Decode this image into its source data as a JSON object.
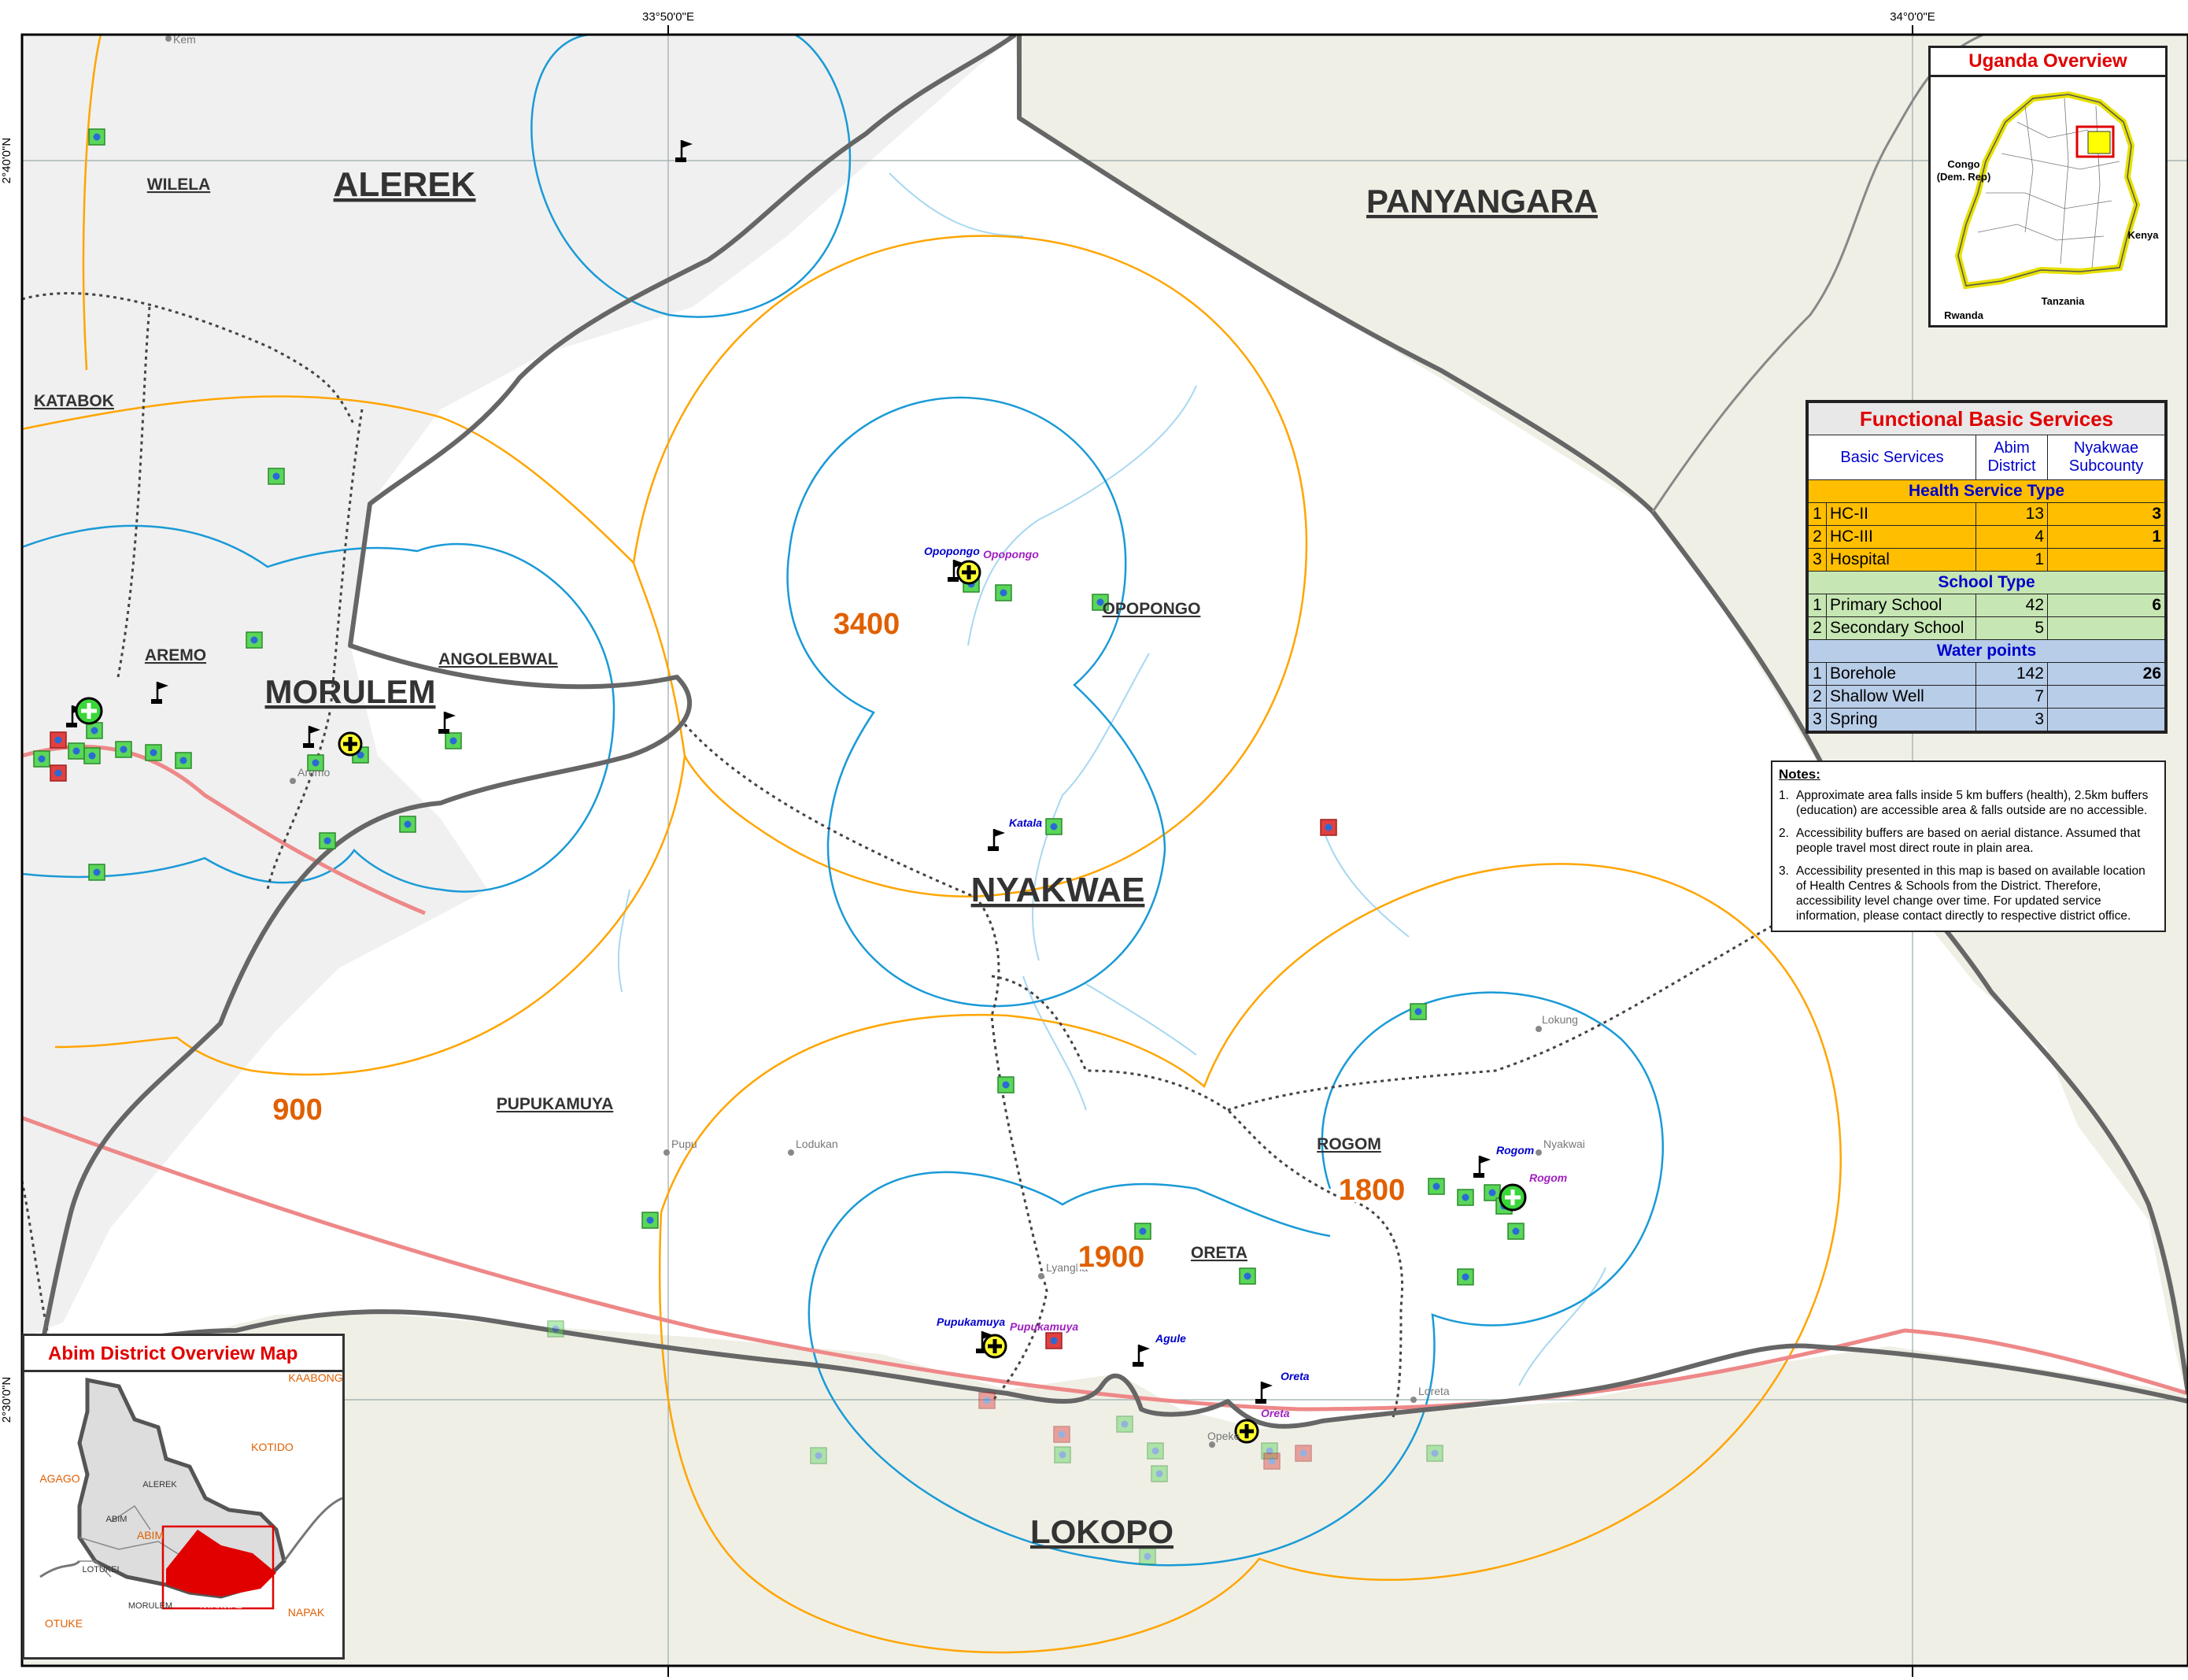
{
  "colors": {
    "accent_red": "#e00000",
    "label_orange": "#e06000",
    "blue_label": "#0000cc",
    "health_orange": "#ffbf00",
    "school_green": "#c6e6b3",
    "water_blue": "#b8cde8",
    "buffer_orange": "#ffa500",
    "buffer_blue": "#1a9ad6",
    "outside_grey": "#f0f0f0",
    "neighbour_beige": "#efefe6"
  },
  "graticule": {
    "lon_left": "33°50'0\"E",
    "lon_right": "34°0'0\"E",
    "lat_top": "2°40'0\"N",
    "lat_bottom": "2°30'0\"N"
  },
  "map_labels": {
    "subcounties": {
      "alerek": "ALEREK",
      "panyangara": "PANYANGARA",
      "morulem": "MORULEM",
      "nyakwae": "NYAKWAE",
      "lokopo": "LOKOPO"
    },
    "parishes": {
      "wilela": "WILELA",
      "katabok": "KATABOK",
      "aremo": "AREMO",
      "angolebwal": "ANGOLEBWAL",
      "opopongo": "OPOPONGO",
      "pupukamuya": "PUPUKAMUYA",
      "rogom": "ROGOM",
      "oreta": "ORETA"
    },
    "places": {
      "kem": "Kem",
      "aremo": "Aremo",
      "pupu": "Pupu",
      "lodukan": "Lodukan",
      "lyangha": "Lyangha",
      "lokung": "Lokung",
      "nyakwai": "Nyakwai",
      "loreta": "Loreta",
      "opeke": "Opeke"
    },
    "facilities_blue": {
      "opopongo": "Opopongo",
      "katala": "Katala",
      "pupukamuya": "Pupukamuya",
      "agule": "Agule",
      "rogom": "Rogom",
      "oreta": "Oreta"
    },
    "facilities_purple": {
      "opopongo": "Opopongo",
      "pupukamuya": "Pupukamuya",
      "rogom": "Rogom",
      "oreta": "Oreta"
    },
    "population": {
      "p3400": "3400",
      "p900": "900",
      "p1900": "1900",
      "p1800": "1800"
    }
  },
  "uganda_overview": {
    "title": "Uganda Overview",
    "labels": {
      "congo": "Congo",
      "congo2": "(Dem. Rep)",
      "kenya": "Kenya",
      "tanzania": "Tanzania",
      "rwanda": "Rwanda"
    }
  },
  "services": {
    "title": "Functional Basic Services",
    "col_service": "Basic Services",
    "col_district_1": "Abim",
    "col_district_2": "District",
    "col_sub_1": "Nyakwae",
    "col_sub_2": "Subcounty",
    "health": {
      "header": "Health Service Type",
      "rows": [
        {
          "i": "1",
          "name": "HC-II",
          "district": "13",
          "sub": "3"
        },
        {
          "i": "2",
          "name": "HC-III",
          "district": "4",
          "sub": "1"
        },
        {
          "i": "3",
          "name": "Hospital",
          "district": "1",
          "sub": ""
        }
      ]
    },
    "school": {
      "header": "School Type",
      "rows": [
        {
          "i": "1",
          "name": "Primary School",
          "district": "42",
          "sub": "6"
        },
        {
          "i": "2",
          "name": "Secondary School",
          "district": "5",
          "sub": ""
        }
      ]
    },
    "water": {
      "header": "Water points",
      "rows": [
        {
          "i": "1",
          "name": "Borehole",
          "district": "142",
          "sub": "26"
        },
        {
          "i": "2",
          "name": "Shallow Well",
          "district": "7",
          "sub": ""
        },
        {
          "i": "3",
          "name": "Spring",
          "district": "3",
          "sub": ""
        }
      ]
    }
  },
  "notes": {
    "title": "Notes:",
    "items": [
      {
        "n": "1.",
        "text": "Approximate area falls inside 5 km buffers (health), 2.5km buffers (education) are accessible area & falls outside are no accessible."
      },
      {
        "n": "2.",
        "text": "Accessibility buffers are based on aerial distance.  Assumed that people travel most direct route in plain area."
      },
      {
        "n": "3.",
        "text": "Accessibility presented in this map is based on available location of Health Centres & Schools from the District.  Therefore, accessibility level change over time.  For updated service information, please contact directly to respective district office."
      }
    ]
  },
  "district_overview": {
    "title": "Abim District Overview Map",
    "labels": {
      "kaabong": "KAABONG",
      "kotido": "KOTIDO",
      "agago": "AGAGO",
      "alerek": "ALEREK",
      "abim_sc": "ABIM",
      "abim_tc": "ABIM",
      "lotukei": "LOTUKEI",
      "morulem": "MORULEM",
      "nyakwae": "NYAKWAE",
      "otuke": "OTUKE",
      "napak": "NAPAK"
    }
  }
}
